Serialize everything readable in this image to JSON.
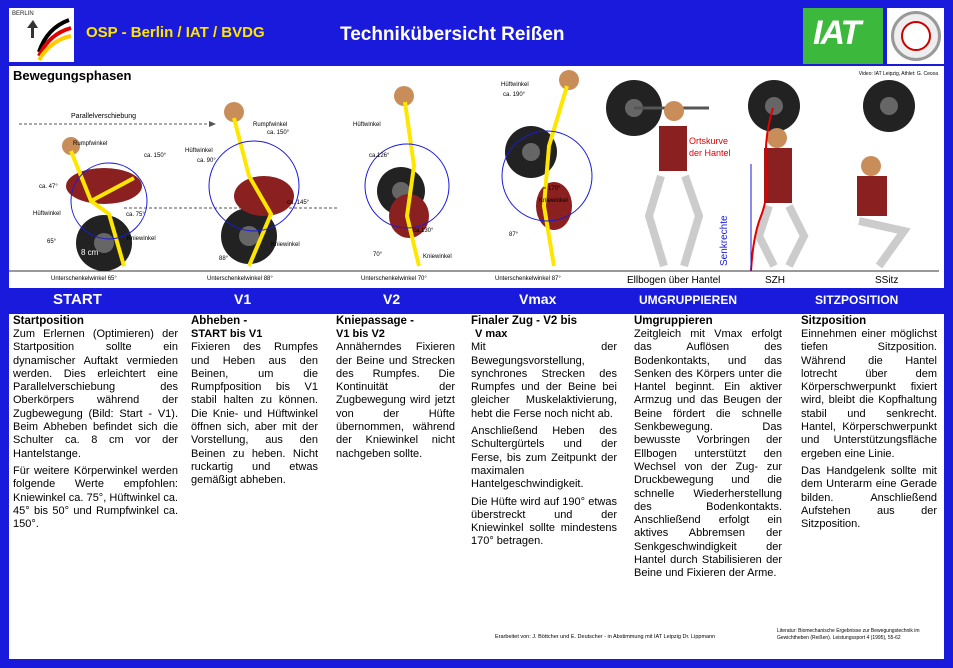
{
  "header": {
    "left_title": "OSP - Berlin / IAT / BVDG",
    "title": "Technikübersicht Reißen",
    "berlin_logo_text": "BERLIN",
    "iat_logo_text": "IAT"
  },
  "figure": {
    "section_title": "Bewegungsphasen",
    "credit": "Video: IAT Leipzig, Athlet: G. Cecea",
    "labels": {
      "parallel": "Parallelverschiebung",
      "rumpf1": "Rumpfwinkel",
      "ca150_1": "ca. 150°",
      "ca47": "ca. 47°",
      "hueft1": "Hüftwinkel",
      "ca75": "ca. 75°",
      "knie1": "Kniewinkel",
      "d65": "65°",
      "cm8": "8 cm",
      "usw1": "Unterschenkelwinkel 65°",
      "rumpf2": "Rumpfwinkel",
      "ca150_2": "ca. 150°",
      "hueft2": "Hüftwinkel",
      "ca90": "ca. 90°",
      "ca145": "ca. 145°",
      "knie2": "Kniewinkel",
      "d88": "88°",
      "usw2": "Unterschenkelwinkel 88°",
      "hueft3": "Hüftwinkel",
      "ca126": "ca.126°",
      "ca130": "ca.130°",
      "d70": "70°",
      "knie3": "Kniewinkel",
      "usw3": "Unterschenkelwinkel 70°",
      "hueft4": "Hüftwinkel",
      "ca190": "ca. 190°",
      "ca170": "≈ 170°",
      "knie4": "Kniewinkel",
      "d87": "87°",
      "usw4": "Unterschenkelwinkel 87°",
      "ortskurve": "Ortskurve",
      "der_hantel": "der Hantel",
      "senkrechte": "Senkrechte",
      "ellbogen": "Ellbogen über Hantel",
      "szh": "SZH",
      "ssitz": "SSitz"
    }
  },
  "phases": [
    "START",
    "V1",
    "V2",
    "Vmax",
    "UMGRUPPIEREN",
    "SITZPOSITION"
  ],
  "columns": [
    {
      "heading": "Startposition",
      "subheading": "",
      "paragraphs": [
        "Zum Erlernen (Optimieren) der Startposition sollte ein dynamischer Auftakt vermieden werden. Dies erleichtert eine Parallelverschiebung des Oberkörpers während der Zugbewegung (Bild: Start - V1). Beim Abheben befindet sich die Schulter ca. 8 cm vor der Hantelstange.",
        "Für weitere Körperwinkel werden folgende Werte empfohlen: Kniewinkel ca. 75°, Hüftwinkel ca. 45° bis 50° und Rumpfwinkel ca. 150°."
      ]
    },
    {
      "heading": "Abheben -",
      "subheading": "START bis V1",
      "paragraphs": [
        "Fixieren des Rumpfes und Heben aus den Beinen, um die Rumpfposition bis V1 stabil halten zu können. Die Knie- und Hüftwinkel öffnen sich, aber mit der Vorstellung, aus den Beinen zu heben. Nicht ruckartig und etwas gemäßigt abheben."
      ]
    },
    {
      "heading": "Kniepassage -",
      "subheading": "V1 bis V2",
      "paragraphs": [
        "Annäherndes Fixieren der Beine und Strecken des Rumpfes. Die Kontinuität der Zugbewegung wird jetzt von der Hüfte übernommen, während der Kniewinkel nicht nachgeben sollte."
      ]
    },
    {
      "heading": "Finaler Zug - V2 bis",
      "subheading": "V max",
      "paragraphs": [
        "Mit der Bewegungsvorstellung, synchrones Strecken des Rumpfes und der Beine bei gleicher Muskelaktivierung, hebt die Ferse noch nicht ab.",
        "Anschließend Heben des Schultergürtels und der Ferse, bis zum Zeitpunkt der maximalen Hantelgeschwindigkeit.",
        "Die Hüfte wird auf 190° etwas überstreckt und der Kniewinkel sollte mindestens 170° betragen."
      ]
    },
    {
      "heading": "Umgruppieren",
      "subheading": "",
      "paragraphs": [
        "Zeitgleich mit Vmax erfolgt das Auflösen des Bodenkontakts, und das Senken des Körpers unter die Hantel beginnt. Ein aktiver Armzug und das Beugen der Beine fördert die schnelle Senkbewegung. Das bewusste Vorbringen der Ellbogen unterstützt den Wechsel von der Zug- zur Druckbewegung und die schnelle Wiederherstellung des Bodenkontakts. Anschließend erfolgt ein aktives Abbremsen der Senkgeschwindigkeit der Hantel durch Stabilisieren der Beine und Fixieren der Arme."
      ]
    },
    {
      "heading": "Sitzposition",
      "subheading": "",
      "paragraphs": [
        "Einnehmen einer möglichst tiefen Sitzposition. Während die Hantel lotrecht über dem Körperschwerpunkt fixiert wird, bleibt die Kopfhaltung stabil und senkrecht. Hantel, Körperschwerpunkt und Unterstützungsfläche ergeben eine Linie.",
        "Das Handgelenk sollte mit dem Unterarm eine Gerade bilden. Anschließend Aufstehen aus der Sitzposition."
      ]
    }
  ],
  "footer": {
    "left": "Erarbeitet von: J. Böttcher und E. Deutscher - in Abstimmung mit IAT Leipzig Dr. Lippmann",
    "right": "Literatur: Biomechanische Ergebnisse zur Bewegungstechnik im Gewichtheben (Reißen). Leistungssport 4 (1995), 55-62"
  },
  "colors": {
    "blue": "#1a1adc",
    "yellow": "#ffe600",
    "red": "#e00000",
    "green": "#3cb83c"
  }
}
